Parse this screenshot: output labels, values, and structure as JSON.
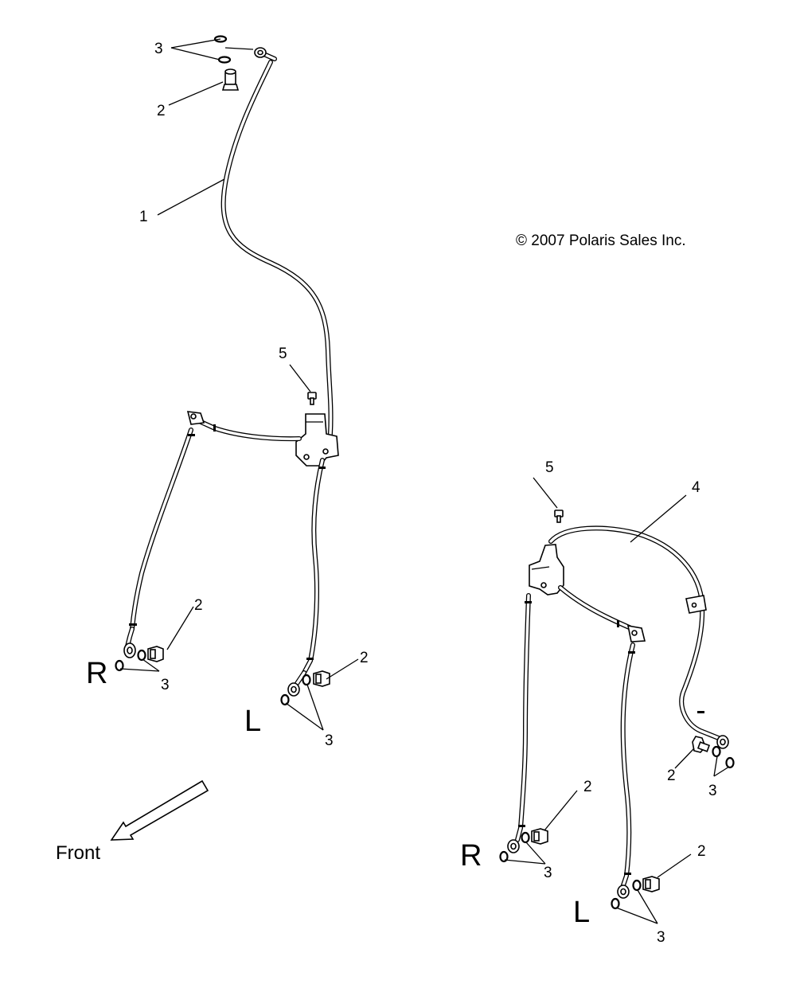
{
  "diagram": {
    "copyright": "© 2007 Polaris Sales Inc.",
    "front_label": "Front",
    "left_assembly": {
      "callouts": {
        "hose": "1",
        "banjo_bolt_top": "2",
        "washers_top": "3",
        "bolt_right": "2",
        "washers_right": "3",
        "bolt_left": "2",
        "washers_left": "3",
        "bracket_screw": "5"
      },
      "side_right": "R",
      "side_left": "L"
    },
    "right_assembly": {
      "callouts": {
        "hose": "4",
        "bracket_screw": "5",
        "bolt_rear": "2",
        "washers_rear": "3",
        "bolt_right": "2",
        "washers_right": "3",
        "bolt_left": "2",
        "washers_left": "3"
      },
      "side_right": "R",
      "side_left": "L"
    }
  }
}
